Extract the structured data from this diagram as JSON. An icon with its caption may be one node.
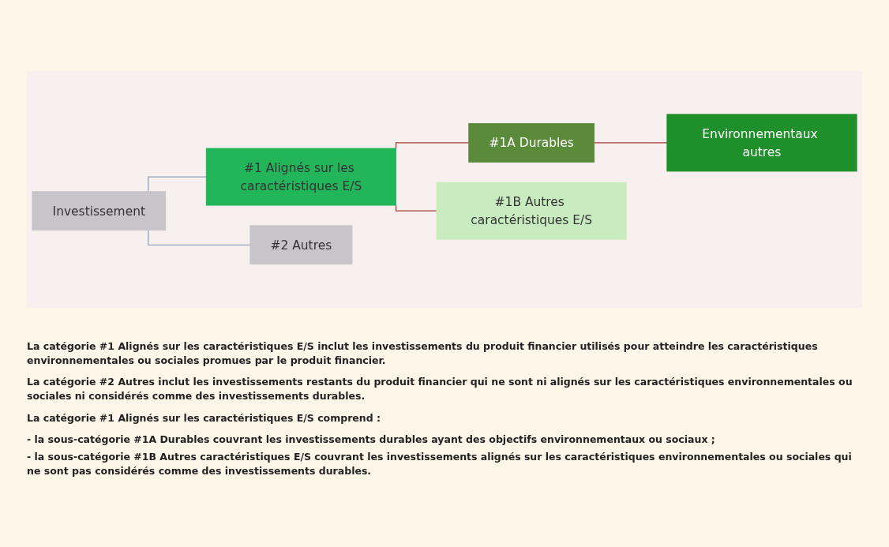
{
  "diagram": {
    "nodes": [
      {
        "text": [
          "Investissement"
        ]
      },
      {
        "text": [
          "#1 Alignés sur les caractéristiques E/S"
        ]
      },
      {
        "text": [
          "#2 Autres"
        ]
      },
      {
        "text": [
          "#1A Durables"
        ]
      },
      {
        "text": [
          "#1B Autres caractéristiques E/S"
        ]
      },
      {
        "text": [
          "Environnementaux autres"
        ]
      }
    ],
    "edges": [
      {
        "from": 0,
        "to": 1,
        "arrow": "none",
        "color": "#8ea3bf"
      },
      {
        "from": 0,
        "to": 2,
        "arrow": "none",
        "color": "#8ea3bf"
      },
      {
        "from": 1,
        "to": 3,
        "arrow": "none"
      },
      {
        "from": 1,
        "to": 4,
        "arrow": "none"
      },
      {
        "from": 3,
        "to": 5,
        "arrow": "none"
      }
    ],
    "labels": [
      "La catégorie #1 Alignés sur les caractéristiques E/S inclut les investissements du produit financier utilisés pour atteindre les caractéristiques environnementales ou sociales promues par le produit financier.",
      "La catégorie #2 Autres inclut les investissements restants du produit financier qui ne sont ni alignés sur les caractéristiques environnementales ou sociales ni considérés comme des investissements durables.",
      "La catégorie #1 Alignés sur les caractéristiques E/S comprend :",
      "- la sous-catégorie #1A Durables couvrant les investissements durables ayant des objectifs environnementaux ou sociaux ;",
      "- la sous-catégorie #1B Autres caractéristiques E/S couvrant les investissements alignés sur les caractéristiques environnementales ou sociales qui ne sont pas considérés comme des investissements durables."
    ]
  }
}
